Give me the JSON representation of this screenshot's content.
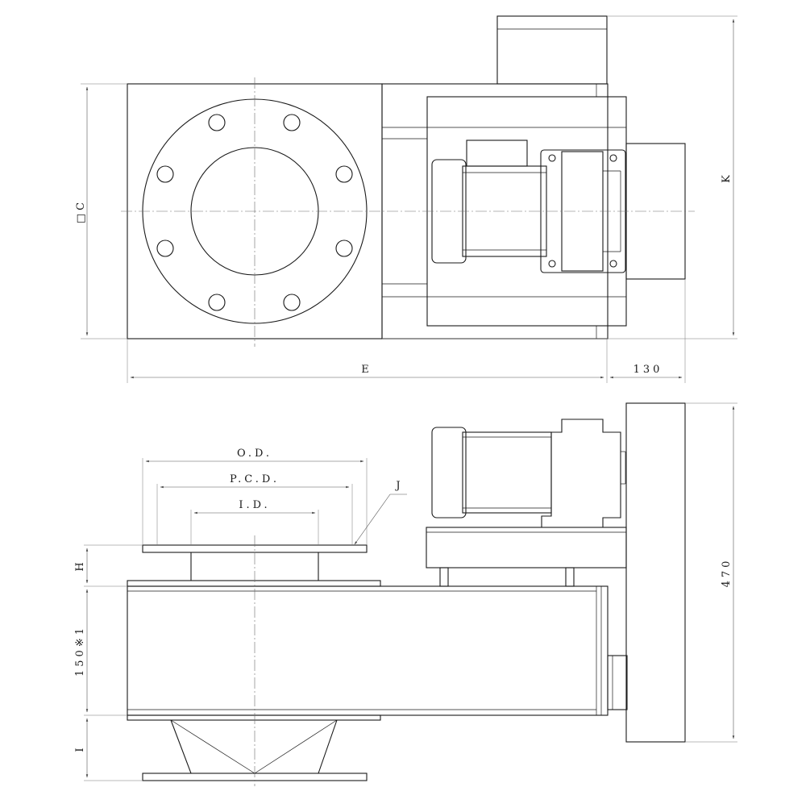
{
  "plan_view": {
    "dim_c": "□C",
    "dim_e": "E",
    "dim_130": "130",
    "dim_k": "K"
  },
  "side_view": {
    "dim_od": "O.D.",
    "dim_pcd": "P.C.D.",
    "dim_id": "I.D.",
    "dim_j": "J",
    "dim_h": "H",
    "dim_150": "150※1",
    "dim_i": "I",
    "dim_470": "470"
  }
}
